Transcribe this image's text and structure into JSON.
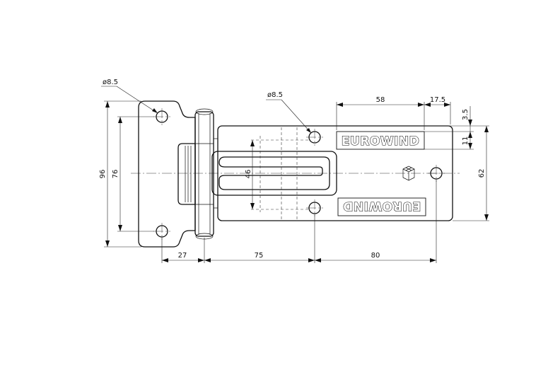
{
  "logo": {
    "text": "EUROWIND"
  },
  "dimensions": {
    "hole_dia_left": "ø8.5",
    "hole_dia_center": "ø8.5",
    "overall_height": "96",
    "hole_spacing_left": "76",
    "slot_length": "46",
    "hinge_offset": "27",
    "leaf_mid_spacing": "75",
    "leaf_end_spacing": "80",
    "logo_width": "58",
    "right_margin": "17.5",
    "top_offset": "3.5",
    "hole_from_top": "11",
    "right_height": "62"
  },
  "icons": {
    "emblem": "eurowind-emblem-icon"
  }
}
